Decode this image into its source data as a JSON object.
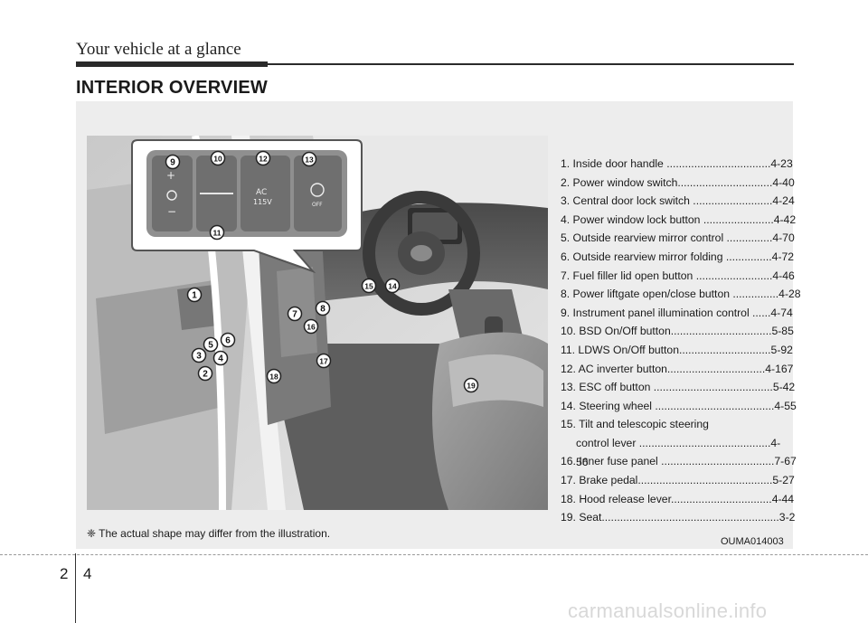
{
  "header": {
    "running_title": "Your vehicle at a glance"
  },
  "section_title": "INTERIOR OVERVIEW",
  "illustration": {
    "callouts": [
      "1",
      "2",
      "3",
      "4",
      "5",
      "6",
      "7",
      "8",
      "9",
      "10",
      "11",
      "12",
      "13",
      "14",
      "15",
      "16",
      "17",
      "18",
      "19"
    ],
    "inset_labels": {
      "ac": "AC",
      "volt": "115V",
      "off": "OFF"
    }
  },
  "index": [
    {
      "text": "1. Inside door handle ..................................4-23"
    },
    {
      "text": "2. Power window switch...............................4-40"
    },
    {
      "text": "3. Central door lock switch ..........................4-24"
    },
    {
      "text": "4. Power window lock button .......................4-42"
    },
    {
      "text": "5. Outside rearview mirror control ...............4-70"
    },
    {
      "text": "6. Outside rearview mirror folding ...............4-72"
    },
    {
      "text": "7. Fuel filler lid open button .........................4-46"
    },
    {
      "text": "8. Power liftgate open/close button ...............4-28"
    },
    {
      "text": "9. Instrument panel illumination control ......4-74"
    },
    {
      "text": "10. BSD On/Off button.................................5-85"
    },
    {
      "text": "11. LDWS On/Off button..............................5-92"
    },
    {
      "text": "12. AC inverter button................................4-167"
    },
    {
      "text": "13. ESC off button .......................................5-42"
    },
    {
      "text": "14. Steering wheel .......................................4-55"
    },
    {
      "line1": "15. Tilt and telescopic steering",
      "line2": "control lever ...........................................4-56"
    },
    {
      "text": "16. Inner fuse panel .....................................7-67"
    },
    {
      "text": "17. Brake pedal............................................5-27"
    },
    {
      "text": "18. Hood release lever.................................4-44"
    },
    {
      "text": "19. Seat..........................................................3-2"
    }
  ],
  "note": "❈ The actual shape may differ from the illustration.",
  "figure_code": "OUMA014003",
  "footer": {
    "chapter": "2",
    "page": "4"
  },
  "watermark": "carmanualsonline.info"
}
